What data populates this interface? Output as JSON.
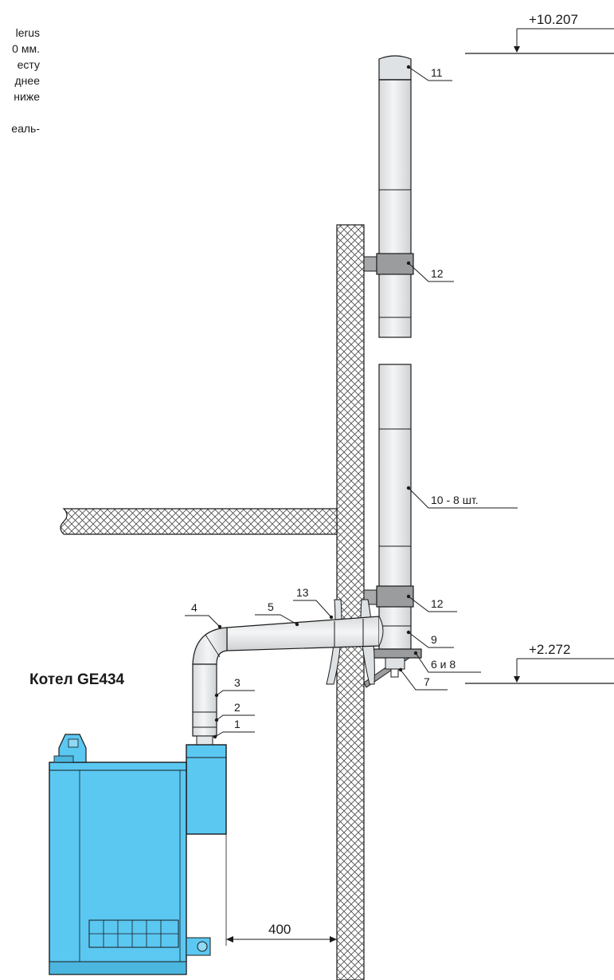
{
  "text_fragments": [
    "lerus",
    "0 мм.",
    "есту",
    "днее",
    "ниже",
    "",
    "еаль-"
  ],
  "level_top": "+10.207",
  "level_mid": "+2.272",
  "title": "Котел GE434",
  "dimension": "400",
  "callouts": {
    "c1": "1",
    "c2": "2",
    "c3": "3",
    "c4": "4",
    "c5": "5",
    "c6_8": "6 и 8",
    "c7": "7",
    "c9": "9",
    "c10": "10 - 8 шт.",
    "c11": "11",
    "c12_top": "12",
    "c12_low": "12",
    "c13": "13"
  },
  "colors": {
    "boiler": "#5bc8f2",
    "pipe": "#e9ebec",
    "clamp": "#9a9c9e",
    "line": "#1a1a1a"
  }
}
